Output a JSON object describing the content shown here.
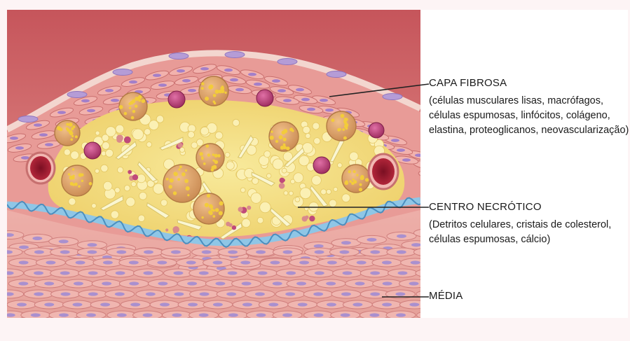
{
  "labels": {
    "capa_fibrosa": {
      "title": "CAPA FIBROSA",
      "lines": [
        "(células musculares lisas, macrófagos,",
        "células espumosas, linfócitos, colágeno,",
        "elastina, proteoglicanos, neovascularização)"
      ]
    },
    "centro_necrotico": {
      "title": "CENTRO NECRÓTICO",
      "lines": [
        "(Detritos celulares, cristais de colesterol,",
        "células espumosas, cálcio)"
      ]
    },
    "media": {
      "title": "MÉDIA"
    }
  },
  "colors": {
    "lumen": "#c85a5e",
    "plaque_core": "#f4e08a",
    "smooth_muscle": "#ecaaa4",
    "nucleus": "#a484c8",
    "elastic_lamina": "#8fc6e6",
    "foam_cell": "#e0a46a",
    "macrophage": "#b0336a"
  }
}
